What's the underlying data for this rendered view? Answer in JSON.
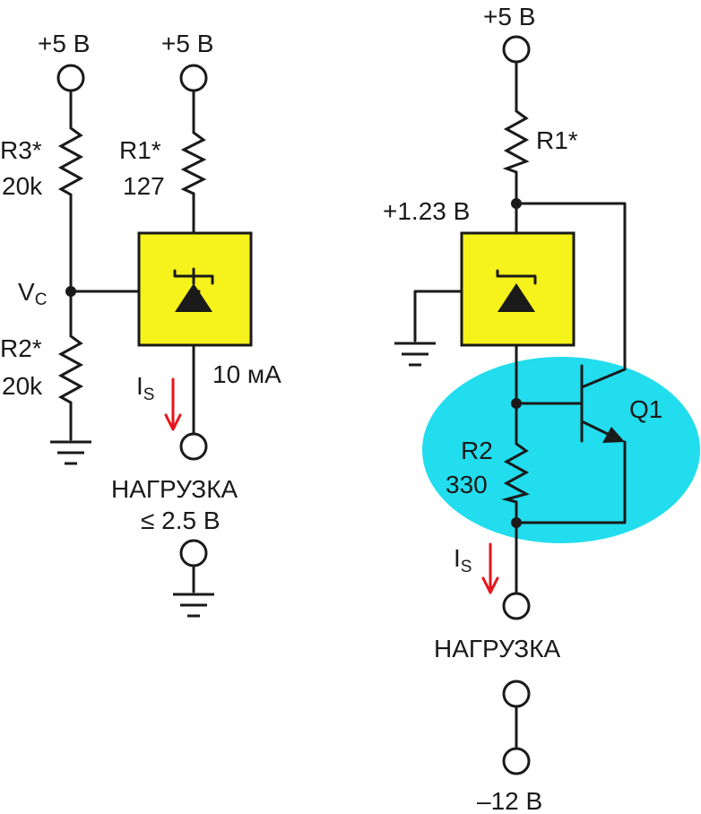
{
  "colors": {
    "ic_fill": "#f6f21b",
    "ic_stroke": "#1a1a1a",
    "highlight": "#22ddee",
    "current_arrow": "#e8141b",
    "wire": "#1a1a1a"
  },
  "left_circuit": {
    "supply_r3": "+5 В",
    "supply_r1": "+5 В",
    "r3_name": "R3*",
    "r3_value": "20k",
    "r1_name": "R1*",
    "r1_value": "127",
    "vc_main": "V",
    "vc_sub": "C",
    "r2_name": "R2*",
    "r2_value": "20k",
    "current_main": "I",
    "current_sub": "S",
    "current_value": "10 мА",
    "load_label": "НАГРУЗКА",
    "load_limit": "≤ 2.5 В"
  },
  "right_circuit": {
    "supply": "+5 В",
    "r1_name": "R1*",
    "ref_voltage": "+1.23 В",
    "transistor_name": "Q1",
    "r2_name": "R2",
    "r2_value": "330",
    "current_main": "I",
    "current_sub": "S",
    "load_label": "НАГРУЗКА",
    "negative_supply": "–12 В"
  }
}
